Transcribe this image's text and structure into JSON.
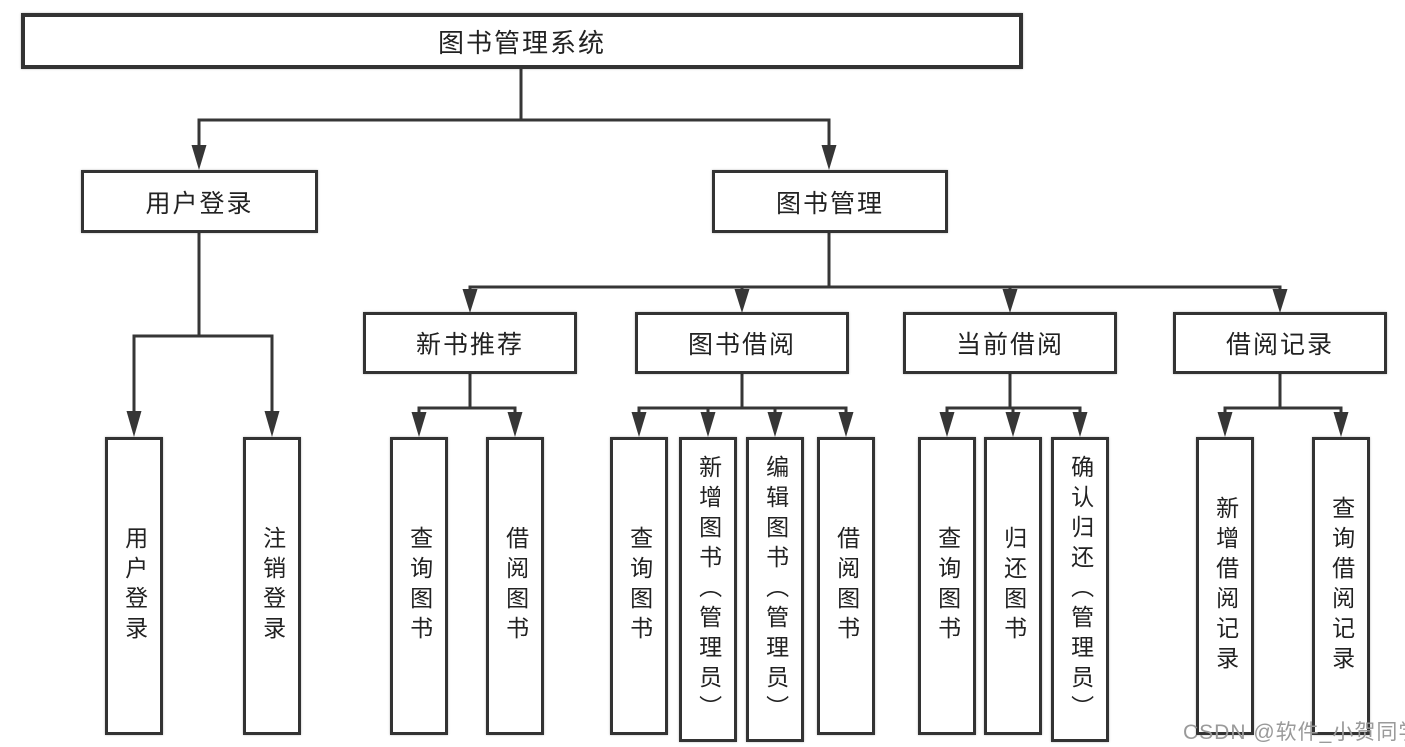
{
  "colors": {
    "background": "#ffffff",
    "line": "#363636",
    "box_border": "#333333",
    "text": "#222222",
    "watermark": "#9a9a9a"
  },
  "tree": {
    "root": {
      "label": "图书管理系统",
      "children": [
        {
          "label": "用户登录",
          "children": [
            {
              "label": "用户登录"
            },
            {
              "label": "注销登录"
            }
          ]
        },
        {
          "label": "图书管理",
          "children": [
            {
              "label": "新书推荐",
              "children": [
                {
                  "label": "查询图书"
                },
                {
                  "label": "借阅图书"
                }
              ]
            },
            {
              "label": "图书借阅",
              "children": [
                {
                  "label": "查询图书"
                },
                {
                  "label": "新增图书（管理员）"
                },
                {
                  "label": "编辑图书（管理员）"
                },
                {
                  "label": "借阅图书"
                }
              ]
            },
            {
              "label": "当前借阅",
              "children": [
                {
                  "label": "查询图书"
                },
                {
                  "label": "归还图书"
                },
                {
                  "label": "确认归还（管理员）"
                }
              ]
            },
            {
              "label": "借阅记录",
              "children": [
                {
                  "label": "新增借阅记录"
                },
                {
                  "label": "查询借阅记录"
                }
              ]
            }
          ]
        }
      ]
    }
  },
  "watermark": {
    "text": "CSDN @软件_小贺同学"
  }
}
